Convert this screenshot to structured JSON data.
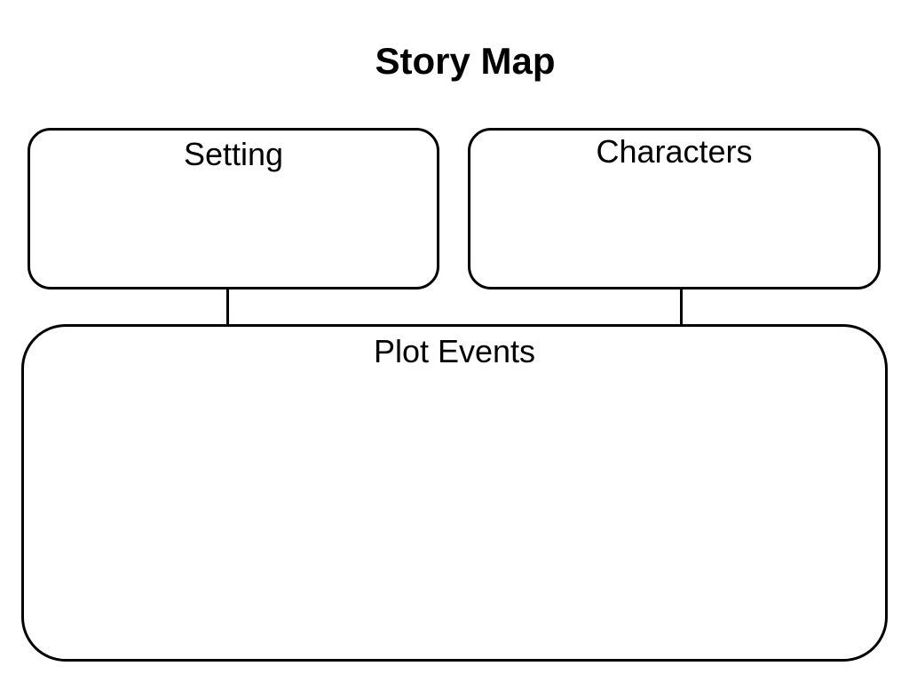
{
  "title": "Story Map",
  "boxes": {
    "setting": {
      "label": "Setting"
    },
    "characters": {
      "label": "Characters"
    },
    "plot": {
      "label": "Plot Events"
    }
  }
}
